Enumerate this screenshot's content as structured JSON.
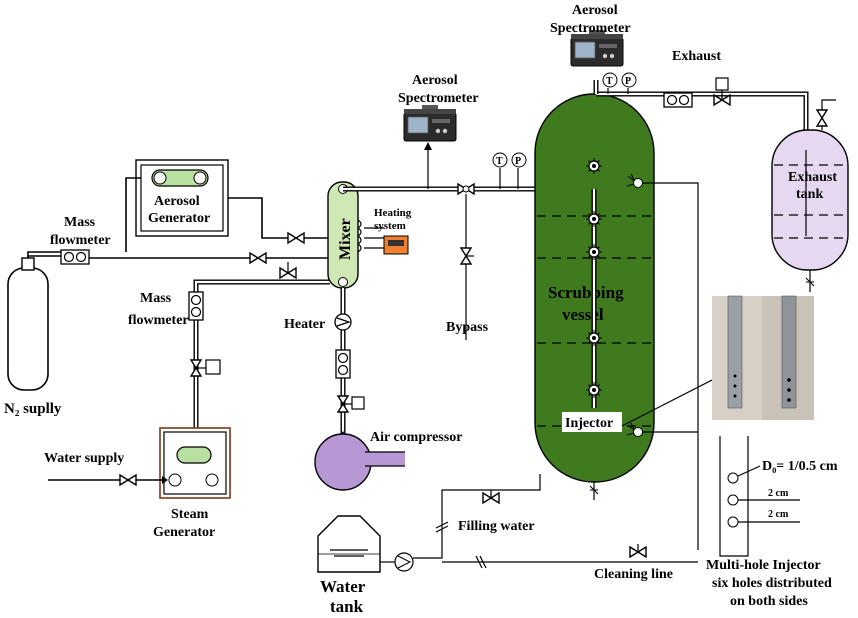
{
  "labels": {
    "aerosol_generator": [
      "Aerosol",
      "Generator"
    ],
    "mass_flowmeter_top": [
      "Mass",
      "flowmeter"
    ],
    "mass_flowmeter_mid": [
      "Mass",
      "flowmeter"
    ],
    "n2_supply": "N₂ suplly",
    "water_supply": "Water supply",
    "steam_generator": [
      "Steam",
      "Generator"
    ],
    "mixer": "Mixer",
    "heating_system": [
      "Heating",
      "system"
    ],
    "heater": "Heater",
    "air_compressor": "Air compressor",
    "aerosol_spectrometer_mid": [
      "Aerosol",
      "Spectrometer"
    ],
    "aerosol_spectrometer_top": [
      "Aerosol",
      "Spectrometer"
    ],
    "bypass": "Bypass",
    "scrubbing_vessel": [
      "Scrubbing",
      "vessel"
    ],
    "injector": "Injector",
    "exhaust": "Exhaust",
    "exhaust_tank": [
      "Exhaust",
      "tank"
    ],
    "filling_water": "Filling water",
    "water_tank": [
      "Water",
      "tank"
    ],
    "cleaning_line": "Cleaning line",
    "injector_diameter": "D₀= 1/0.5 cm",
    "spacing_1": "2 cm",
    "spacing_2": "2 cm",
    "multi_hole_caption": [
      "Multi-hole Injector",
      "six holes distributed",
      "on both sides"
    ],
    "temperature_symbol": "T",
    "pressure_symbol": "P"
  },
  "colors": {
    "vessel_green": "#3f7a1e",
    "mixer_green": "#cfe8b4",
    "lavender": "#b898d4",
    "exhaust_tank": "#e6d8f0",
    "steam_blob": "#b8e0a0"
  },
  "icons": [
    "valve-icon",
    "flowmeter-icon",
    "check-valve-icon",
    "pump-icon",
    "gas-cylinder-icon",
    "spectrometer-icon",
    "temperature-sensor-icon",
    "pressure-sensor-icon",
    "heat-exchanger-icon"
  ]
}
